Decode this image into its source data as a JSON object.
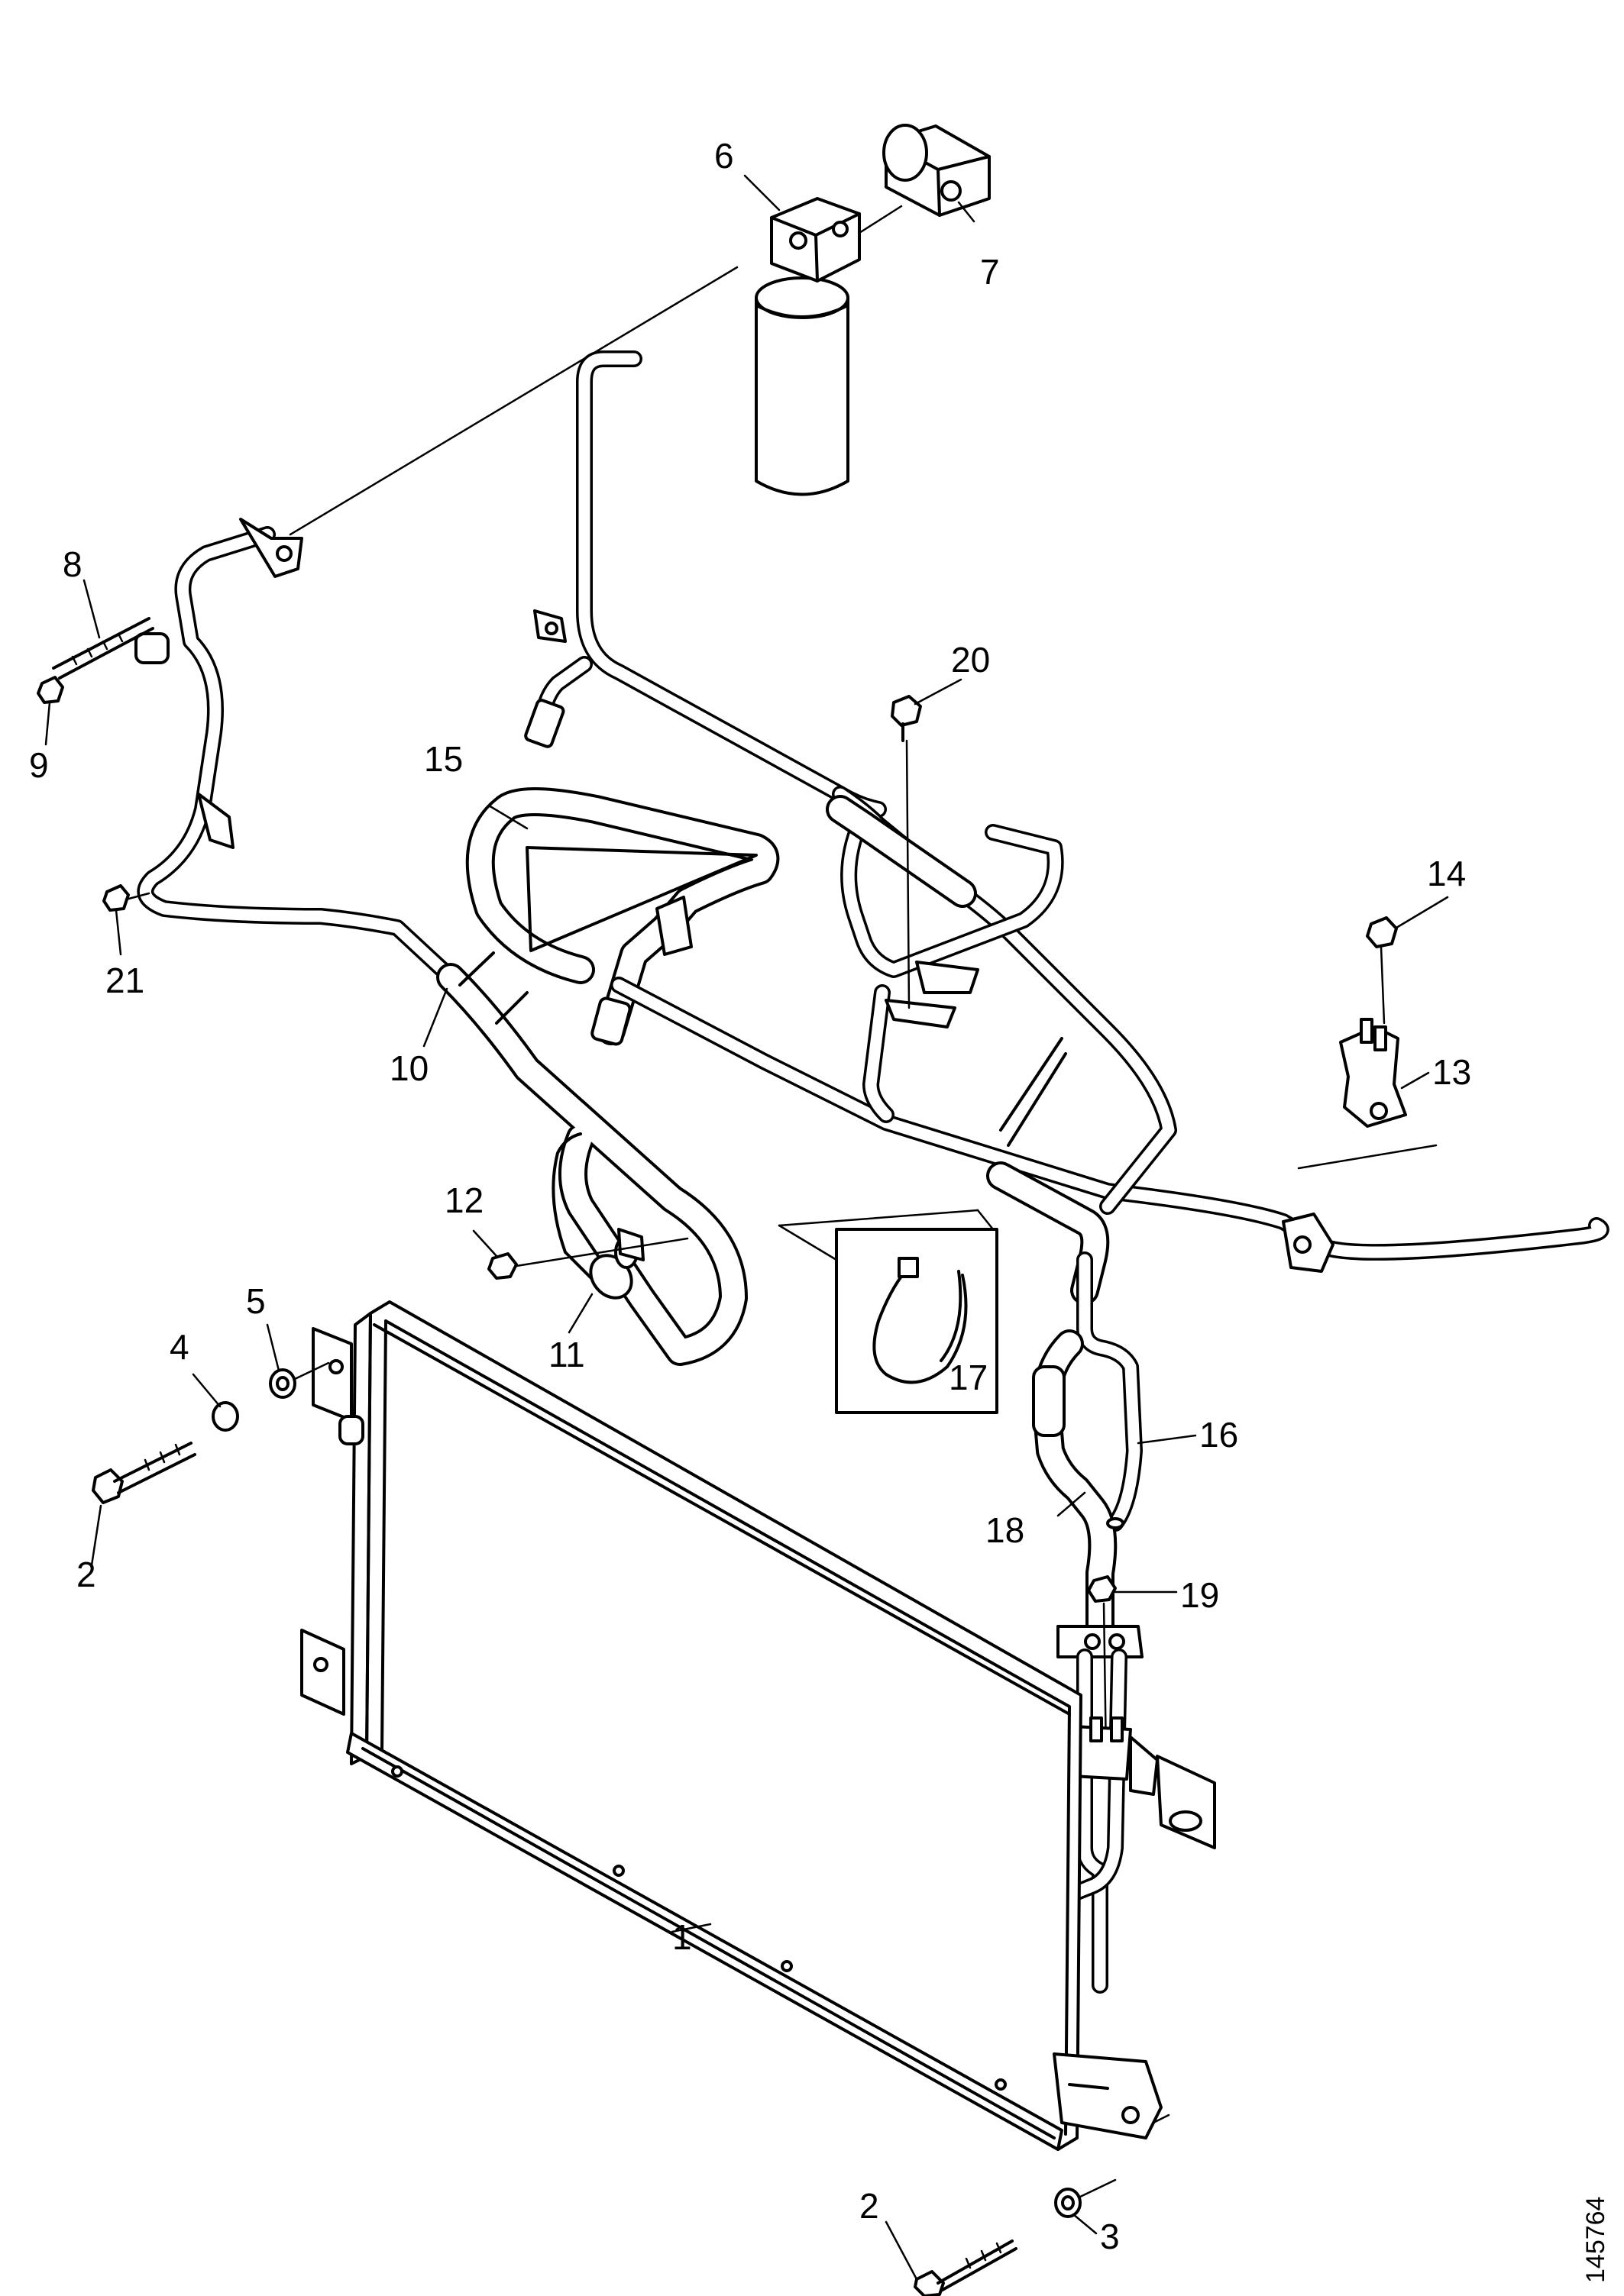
{
  "reference_number": "145764",
  "callouts": [
    {
      "id": "1",
      "text": "1"
    },
    {
      "id": "2a",
      "text": "2"
    },
    {
      "id": "2b",
      "text": "2"
    },
    {
      "id": "3",
      "text": "3"
    },
    {
      "id": "4",
      "text": "4"
    },
    {
      "id": "5",
      "text": "5"
    },
    {
      "id": "6",
      "text": "6"
    },
    {
      "id": "7",
      "text": "7"
    },
    {
      "id": "8",
      "text": "8"
    },
    {
      "id": "9",
      "text": "9"
    },
    {
      "id": "10",
      "text": "10"
    },
    {
      "id": "11",
      "text": "11"
    },
    {
      "id": "12",
      "text": "12"
    },
    {
      "id": "13",
      "text": "13"
    },
    {
      "id": "14",
      "text": "14"
    },
    {
      "id": "15",
      "text": "15"
    },
    {
      "id": "16",
      "text": "16"
    },
    {
      "id": "17",
      "text": "17"
    },
    {
      "id": "18",
      "text": "18"
    },
    {
      "id": "19",
      "text": "19"
    },
    {
      "id": "20",
      "text": "20"
    },
    {
      "id": "21",
      "text": "21"
    }
  ]
}
